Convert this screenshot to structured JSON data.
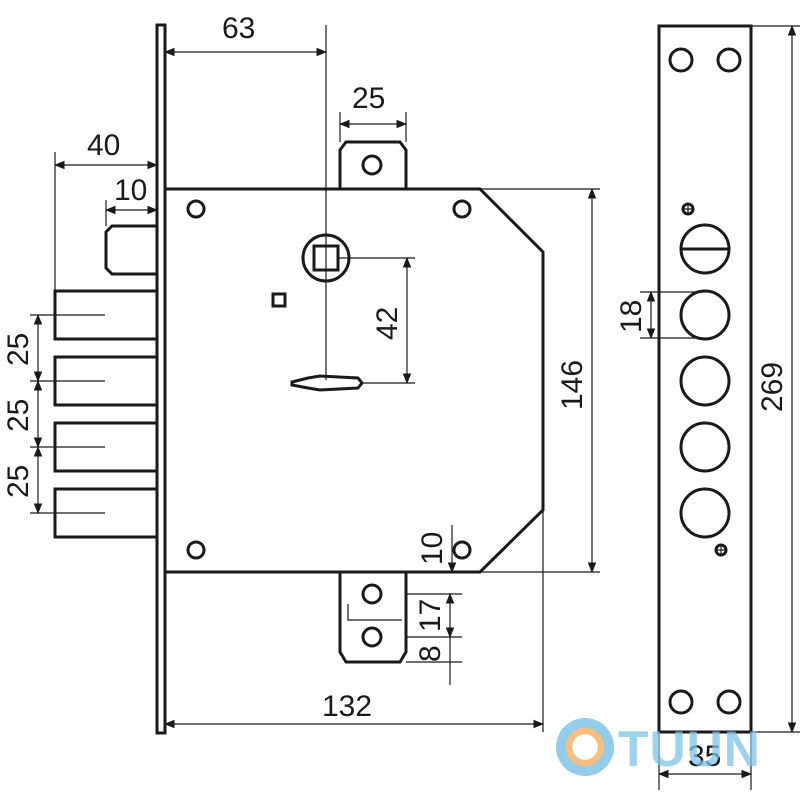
{
  "dimensions": {
    "backset": "63",
    "tab_width": "25",
    "bolt_throw": "40",
    "latch_offset": "10",
    "bolt_spacing_1": "25",
    "bolt_spacing_2": "25",
    "bolt_spacing_3": "25",
    "spindle_to_key": "42",
    "case_height": "146",
    "lower_tab_offset": "10",
    "lower_hole_spacing": "17",
    "lower_hole_edge": "8",
    "case_depth": "132",
    "faceplate_hole": "18",
    "faceplate_height": "269",
    "faceplate_width": "35"
  },
  "watermark": {
    "text": "TUUN"
  }
}
